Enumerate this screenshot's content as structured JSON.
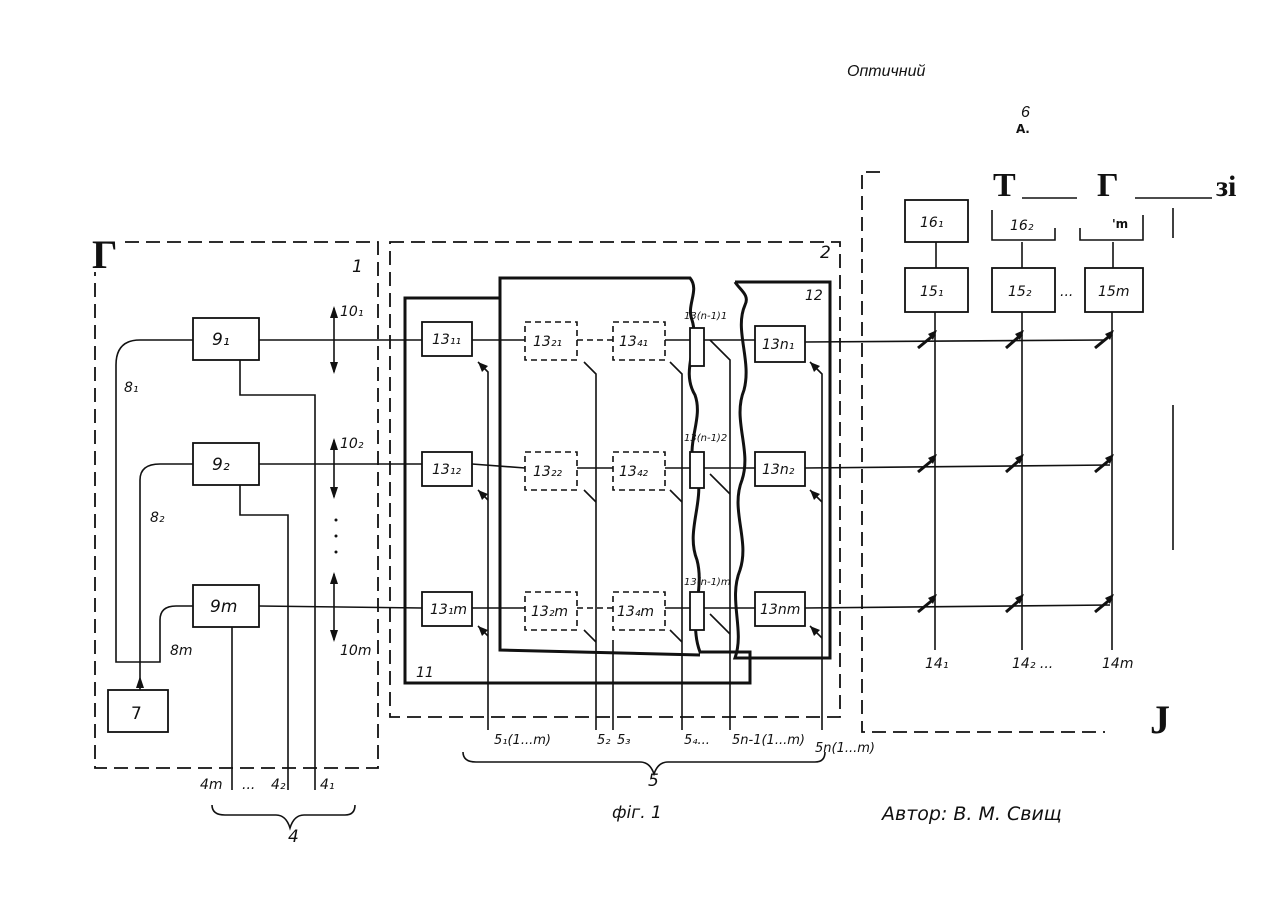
{
  "header": {
    "title": "Оптичний",
    "page_num": "6",
    "page_sub": "А."
  },
  "corner_marks": {
    "top_right_1": "Т",
    "top_right_2": "Г",
    "top_right_3": "зі",
    "bottom_right": "J",
    "top_left": "Г"
  },
  "blocks": {
    "b1": "1",
    "b2": "2",
    "b7": "7",
    "b9_1": "9₁",
    "b9_2": "9₂",
    "b9_m": "9m",
    "b11": "11",
    "b12": "12",
    "b13_11": "13₁₁",
    "b13_12": "13₁₂",
    "b13_1m": "13₁m",
    "b13_21": "13₂₁",
    "b13_22": "13₂₂",
    "b13_2m": "13₂m",
    "b13_41": "13₄₁",
    "b13_42": "13₄₂",
    "b13_4m": "13₄m",
    "b13_n1": "13n₁",
    "b13_n2": "13n₂",
    "b13_nm": "13nm",
    "b13_n1_1": "13(n-1)1",
    "b13_n1_2": "13(n-1)2",
    "b13_n1_m": "13(n-1)m",
    "b15_1": "15₁",
    "b15_2": "15₂",
    "b15_m": "15m",
    "b16_1": "16₁",
    "b16_2": "16₂",
    "b16_m": "'m"
  },
  "labels": {
    "l8_1": "8₁",
    "l8_2": "8₂",
    "l8_m": "8m",
    "l10_1": "10₁",
    "l10_2": "10₂",
    "l10_m": "10m",
    "l4": "4",
    "l4_m": "4m",
    "l4_dots": "...",
    "l4_2": "4₂",
    "l4_1": "4₁",
    "l5": "5",
    "l5_1": "5₁(1...m)",
    "l5_2": "5₂",
    "l5_3": "5₃",
    "l5_4": "5₄...",
    "l5_n1": "5n-1(1...m)",
    "l5_n": "5n(1...m)",
    "l14_1": "14₁",
    "l14_2": "14₂ ...",
    "l14_m": "14m",
    "dots15": "...",
    "fig": "фіг. 1",
    "author": "Автор: В. М. Свищ"
  }
}
